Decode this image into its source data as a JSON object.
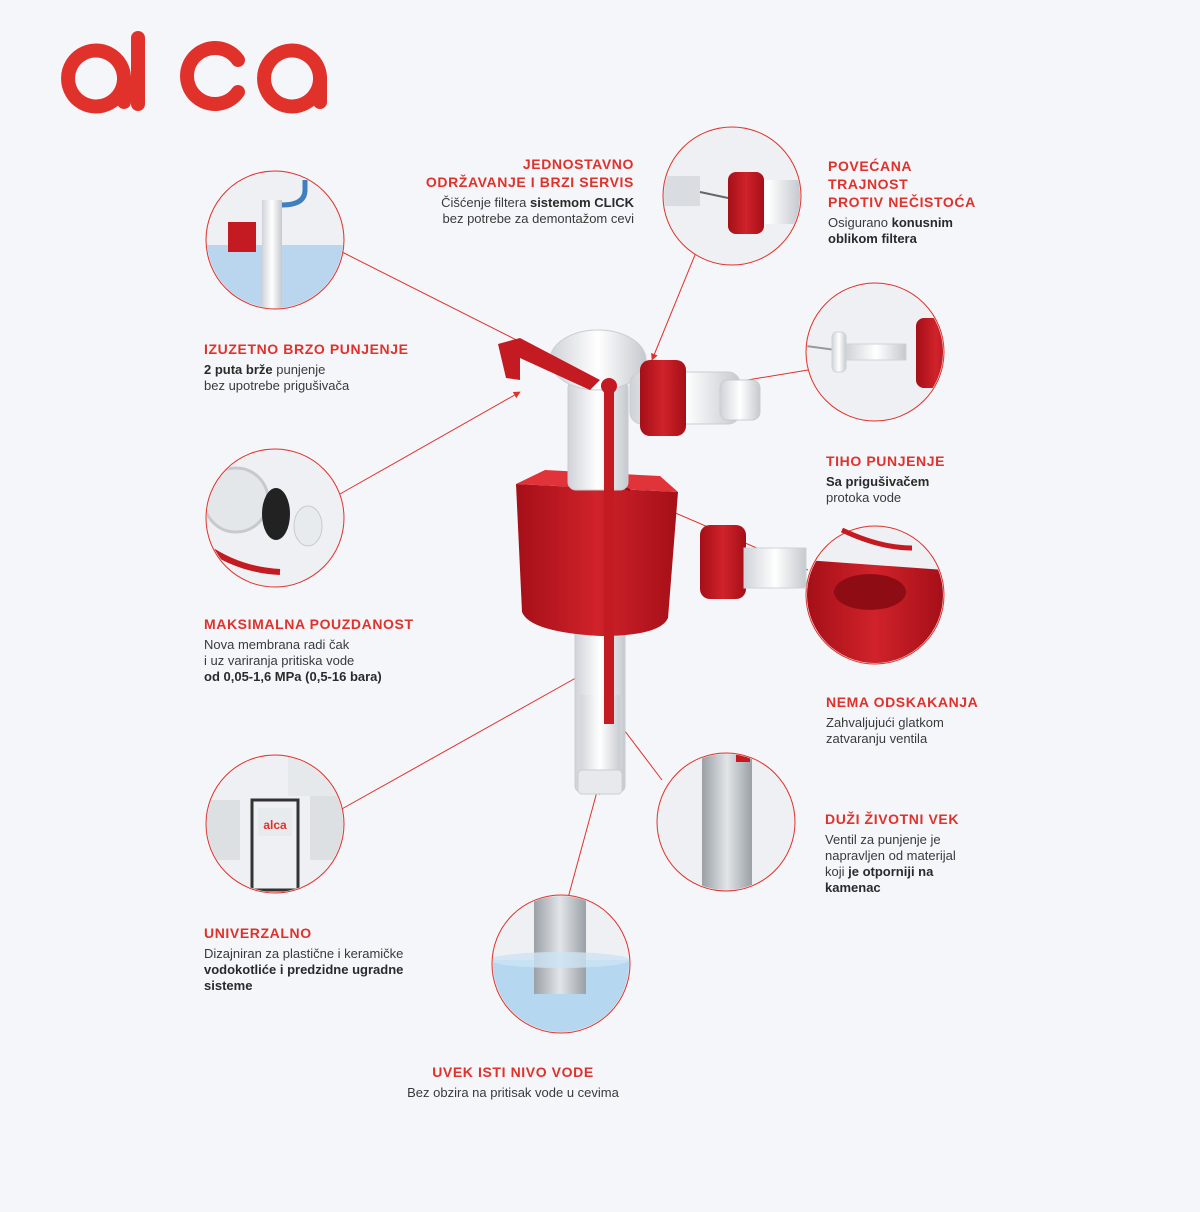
{
  "brand": {
    "logo_text": "alca",
    "accent": "#e0312b",
    "dark_red": "#b5121b"
  },
  "features": {
    "servis": {
      "title": "JEDNOSTAVNO\nODRŽAVANJE I BRZI SERVIS",
      "line1_pre": "Čišćenje filtera ",
      "line1_bold": "sistemom CLICK",
      "line2": "bez potrebe za demontažom cevi"
    },
    "trajnost": {
      "title": "POVEĆANA\nTRAJNOST\nPROTIV NEČISTOĆA",
      "line1_pre": "Osigurano ",
      "line1_bold": "konusnim",
      "line2_bold": "oblikom filtera"
    },
    "punjenje": {
      "title": "IZUZETNO BRZO PUNJENJE",
      "line1_bold": "2 puta brže",
      "line1_post": " punjenje",
      "line2": "bez upotrebe prigušivača"
    },
    "tiho": {
      "title": "TIHO PUNJENJE",
      "line1_bold": "Sa prigušivačem",
      "line2": "protoka vode"
    },
    "pouzdanost": {
      "title": "MAKSIMALNA POUZDANOST",
      "line1": "Nova membrana radi čak",
      "line2": "i uz variranja pritiska vode",
      "line3_bold": "od 0,05-1,6 MPa (0,5-16 bara)"
    },
    "odskakanja": {
      "title": "NEMA ODSKAKANJA",
      "line1": "Zahvaljujući glatkom",
      "line2": "zatvaranju ventila"
    },
    "vek": {
      "title": "DUŽI ŽIVOTNI VEK",
      "line1": "Ventil za punjenje je",
      "line2": "napravljen od  materijal",
      "line3_pre": "koji ",
      "line3_bold": "je otporniji na",
      "line4_bold": "kamenac"
    },
    "univerzalno": {
      "title": "UNIVERZALNO",
      "line1": "Dizajniran za plastične i keramičke",
      "line2_bold": "vodokotliće i predzidne ugradne",
      "line3_bold": "sisteme"
    },
    "nivo": {
      "title": "UVEK ISTI NIVO VODE",
      "line1": "Bez obzira na pritisak vode u cevima"
    }
  },
  "frame_logo_text": "alca"
}
